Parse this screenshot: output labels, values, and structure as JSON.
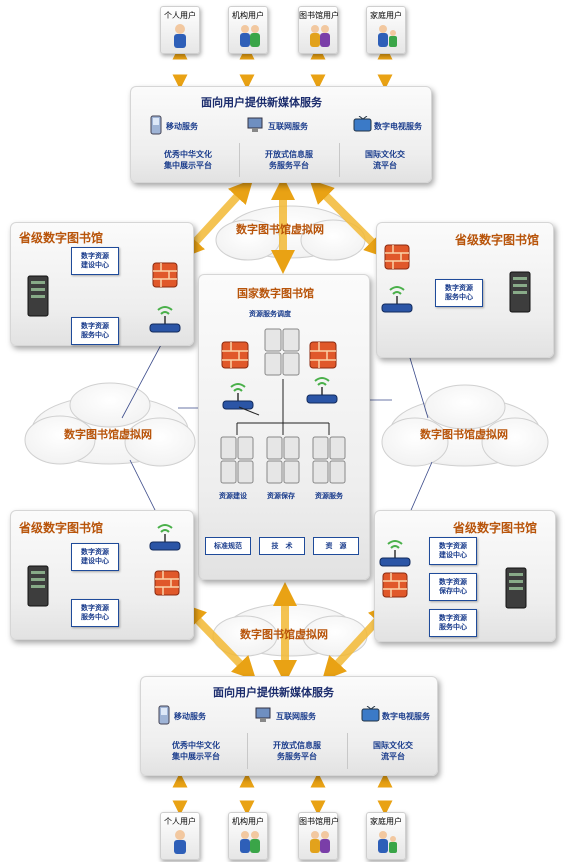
{
  "users": [
    "个人用户",
    "机构用户",
    "图书馆用户",
    "家庭用户"
  ],
  "service": {
    "title": "面向用户提供新媒体服务",
    "channels": [
      "移动服务",
      "互联网服务",
      "数字电视服务"
    ],
    "platforms": [
      {
        "line1": "优秀中华文化",
        "line2": "集中展示平台"
      },
      {
        "line1": "开放式信息服",
        "line2": "务服务平台"
      },
      {
        "line1": "国际文化交",
        "line2": "流平台"
      }
    ]
  },
  "cloud_label": "数字图书馆虚拟网",
  "provincial": {
    "title": "省级数字图书馆",
    "centers": {
      "build": {
        "line1": "数字资源",
        "line2": "建设中心"
      },
      "service": {
        "line1": "数字资源",
        "line2": "服务中心"
      },
      "save": {
        "line1": "数字资源",
        "line2": "保存中心"
      }
    }
  },
  "national": {
    "title": "国家数字图书馆",
    "dispatch": "资源服务调度",
    "functions": [
      "资源建设",
      "资源保存",
      "资源服务"
    ],
    "buttons": [
      "标准规范",
      "技　术",
      "资　源"
    ]
  },
  "colors": {
    "arrow": "#f0b41e",
    "title_blue": "#1a2b6c",
    "center_border": "#1f4b9a",
    "library_title": "#b8540a"
  }
}
